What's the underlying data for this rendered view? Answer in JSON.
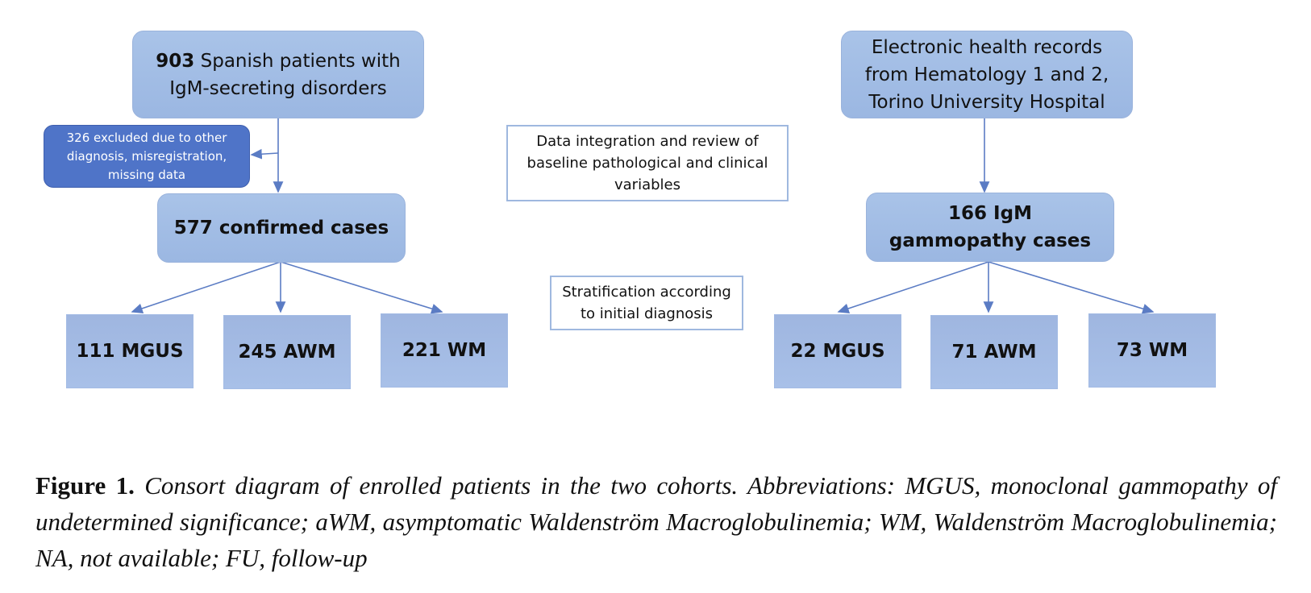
{
  "figure": {
    "left_cohort": {
      "source": {
        "number": "903",
        "text": "Spanish patients with IgM-secreting disorders"
      },
      "excluded": "326 excluded due to other diagnosis, misregistration, missing data",
      "confirmed": "577 confirmed cases",
      "groups": [
        "111 MGUS",
        "245 AWM",
        "221 WM"
      ]
    },
    "right_cohort": {
      "source": "Electronic health records from Hematology 1 and 2, Torino University Hospital",
      "confirmed": "166 IgM gammopathy cases",
      "groups": [
        "22 MGUS",
        "71 AWM",
        "73 WM"
      ]
    },
    "center": {
      "integration": "Data integration and review of baseline pathological and clinical variables",
      "stratification": "Stratification according to initial diagnosis"
    },
    "colors": {
      "box": "#a3bde6",
      "excluded_box": "#4f74c8",
      "arrow": "#5b7cc4"
    }
  },
  "caption": {
    "label": "Figure 1.",
    "text": "Consort diagram of enrolled patients in the two cohorts. Abbreviations: MGUS, monoclonal gammopathy of undetermined significance; aWM, asymptomatic Waldenström Macroglobulinemia; WM, Waldenström Macroglobulinemia; NA, not available; FU, follow-up"
  }
}
